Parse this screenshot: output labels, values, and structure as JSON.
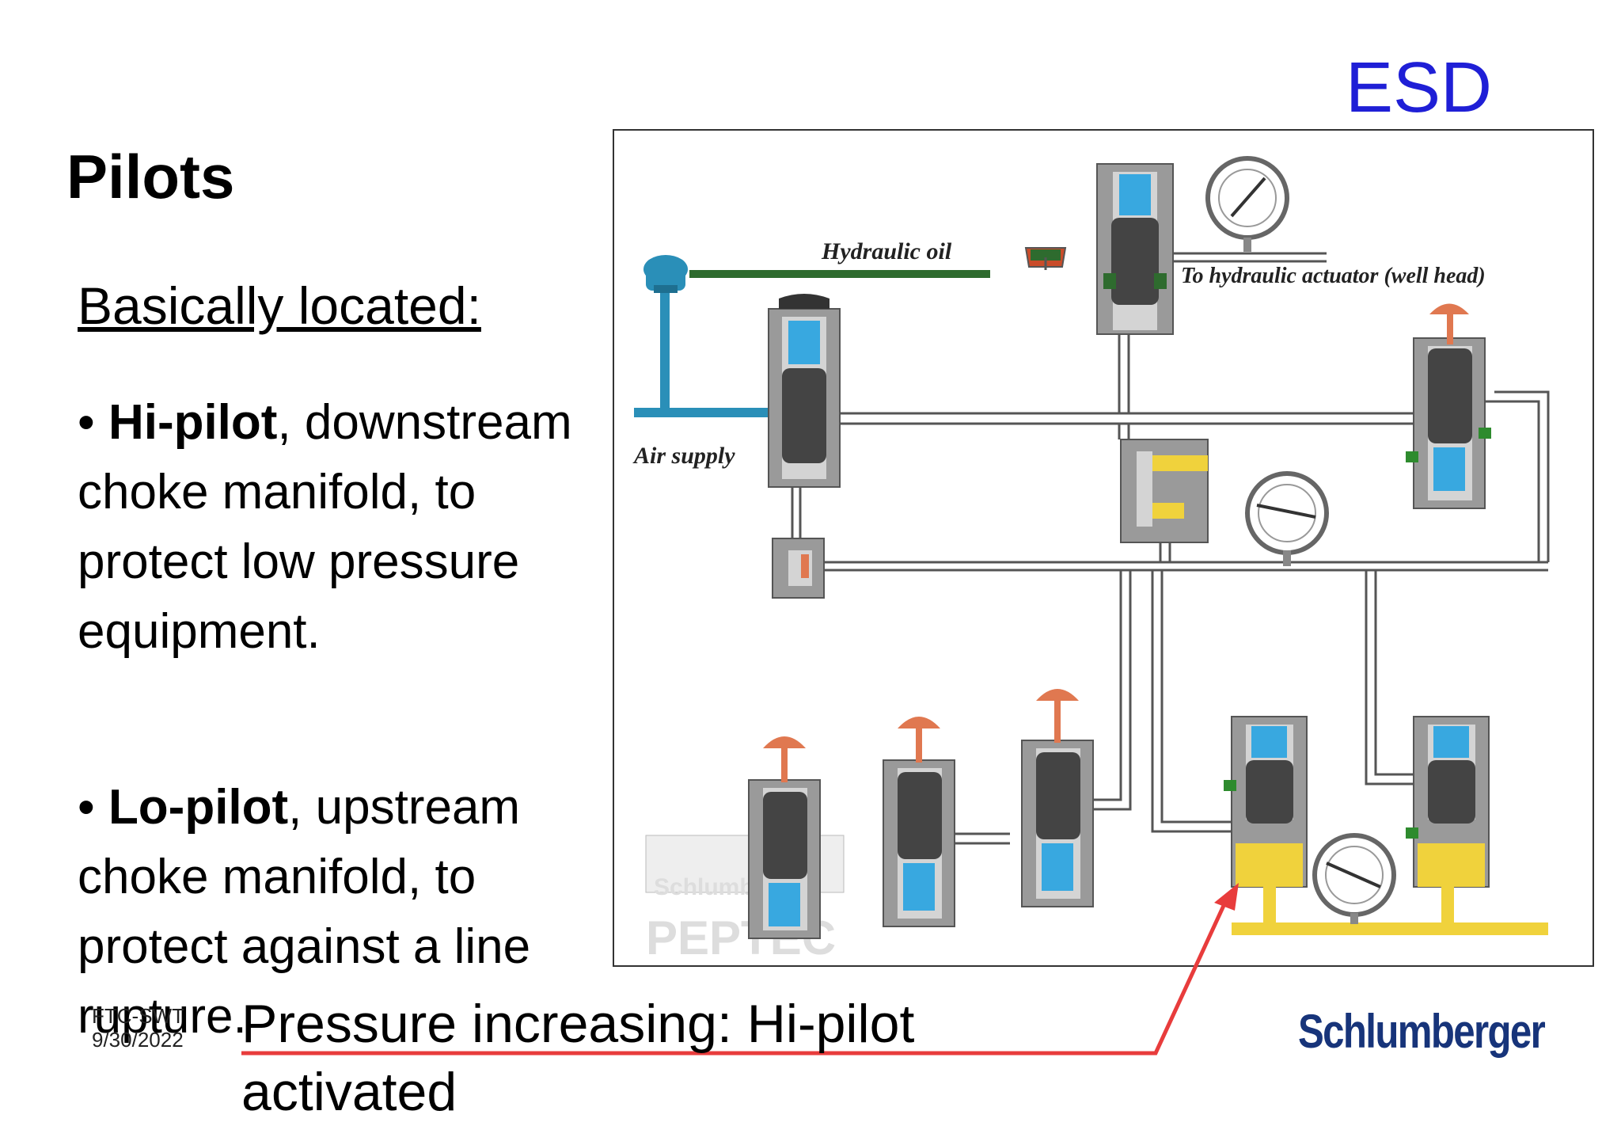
{
  "header": {
    "corner_label": "ESD",
    "title": "Pilots"
  },
  "content": {
    "subtitle": "Basically located:",
    "bullets": [
      {
        "term": "Hi-pilot",
        "text": ", downstream choke manifold, to protect low pressure equipment."
      },
      {
        "term": "Lo-pilot",
        "text": ", upstream choke manifold, to protect against a line rupture."
      }
    ]
  },
  "diagram": {
    "labels": {
      "hydraulic_oil": "Hydraulic oil",
      "to_actuator": "To hydraulic actuator (well head)",
      "air_supply": "Air supply"
    },
    "watermark": {
      "line1": "Schlumberger",
      "line2": "PEPTEC"
    },
    "colors": {
      "hydraulic": "#2e6b2e",
      "air": "#2a8fb8",
      "spring": "#38a8e0",
      "pilot_cap": "#e07850",
      "yellow": "#f0d23c"
    }
  },
  "annotation": {
    "text": "Pressure increasing: Hi-pilot activated",
    "color": "#e83c3c"
  },
  "footer": {
    "code": "FTC-SWT",
    "date": "9/30/2022",
    "logo": "Schlumberger"
  }
}
